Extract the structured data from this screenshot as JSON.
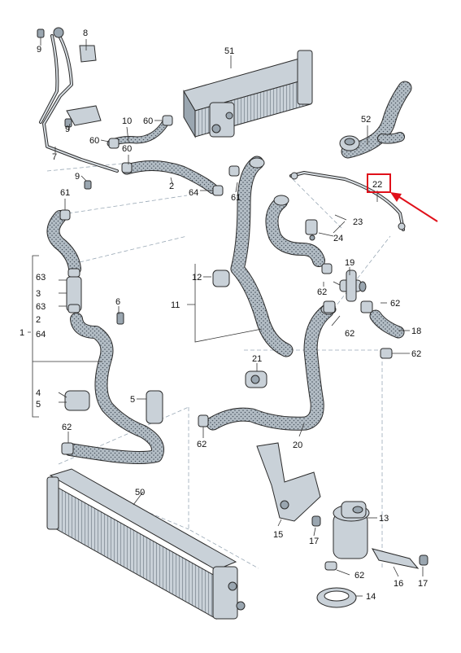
{
  "labels": {
    "l1": "1",
    "l2a": "2",
    "l2b": "2",
    "l3": "3",
    "l4": "4",
    "l5a": "5",
    "l5b": "5",
    "l6": "6",
    "l7": "7",
    "l8": "8",
    "l9a": "9",
    "l9b": "9",
    "l9c": "9",
    "l10": "10",
    "l11": "11",
    "l12": "12",
    "l13": "13",
    "l14": "14",
    "l15": "15",
    "l16": "16",
    "l17a": "17",
    "l17b": "17",
    "l18": "18",
    "l19": "19",
    "l20": "20",
    "l21": "21",
    "l22": "22",
    "l23": "23",
    "l24": "24",
    "l50": "50",
    "l51": "51",
    "l52": "52",
    "l60a": "60",
    "l60b": "60",
    "l60c": "60",
    "l61a": "61",
    "l61b": "61",
    "l62a": "62",
    "l62b": "62",
    "l62c": "62",
    "l62d": "62",
    "l62e": "62",
    "l62f": "62",
    "l63a": "63",
    "l63b": "63",
    "l64a": "64",
    "l64b": "64"
  },
  "highlight": {
    "label": "22",
    "color": "#e0101a"
  },
  "colors": {
    "hose": "#a9b4bd",
    "part": "#c9d1d8",
    "leader_dash": "#9aa9b6"
  }
}
